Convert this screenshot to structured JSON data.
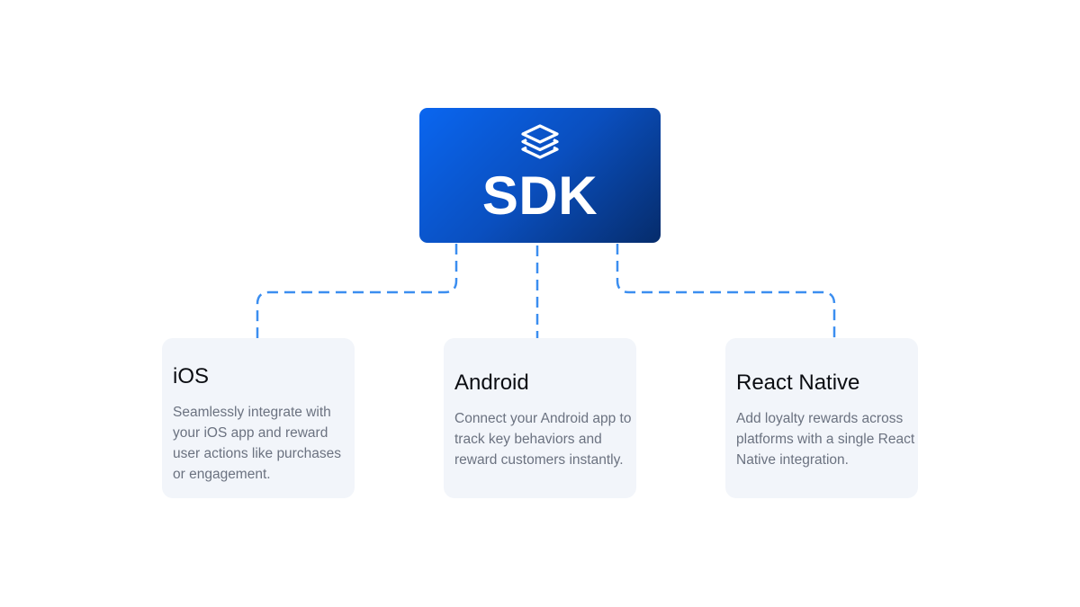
{
  "sdk": {
    "title": "SDK",
    "icon": "layers-icon",
    "gradient": [
      "#0a66f0",
      "#062c6b"
    ]
  },
  "connector_color": "#3b8ef0",
  "platforms": [
    {
      "title": "iOS",
      "description": "Seamlessly integrate with your iOS app and reward user actions like purchases or engagement."
    },
    {
      "title": "Android",
      "description": "Connect your Android app to track key behaviors and reward customers instantly."
    },
    {
      "title": "React Native",
      "description": "Add loyalty rewards across platforms with a single React Native integration."
    }
  ]
}
